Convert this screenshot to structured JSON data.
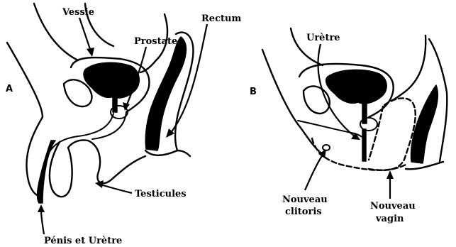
{
  "panel_a": {
    "letter": "A",
    "labels": {
      "vessie": "Vessie",
      "prostate": "Prostate",
      "rectum": "Rectum",
      "testicules": "Testicules",
      "penis_uretre": "Pénis et Urètre"
    }
  },
  "panel_b": {
    "letter": "B",
    "labels": {
      "uretre": "Urètre",
      "nouveau_clitoris_line1": "Nouveau",
      "nouveau_clitoris_line2": "clitoris",
      "nouveau_vagin_line1": "Nouveau",
      "nouveau_vagin_line2": "vagin"
    }
  },
  "colors": {
    "ink": "#000000",
    "paper": "#ffffff"
  }
}
